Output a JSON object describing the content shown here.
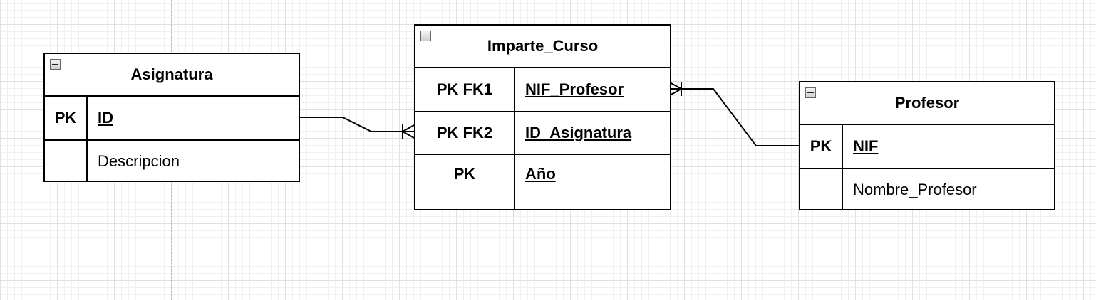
{
  "diagram": {
    "entities": [
      {
        "id": "asignatura",
        "title": "Asignatura",
        "icon": "collapse-icon",
        "rows": [
          {
            "key": "PK",
            "field": "ID",
            "primary": true
          },
          {
            "key": "",
            "field": "Descripcion",
            "primary": false
          }
        ]
      },
      {
        "id": "imparte-curso",
        "title": "Imparte_Curso",
        "icon": "collapse-icon",
        "rows": [
          {
            "key": "PK FK1",
            "field": "NIF_Profesor",
            "primary": true
          },
          {
            "key": "PK FK2",
            "field": "ID_Asignatura",
            "primary": true
          },
          {
            "key": "PK",
            "field": "Año",
            "primary": true
          }
        ]
      },
      {
        "id": "profesor",
        "title": "Profesor",
        "icon": "collapse-icon",
        "rows": [
          {
            "key": "PK",
            "field": "NIF",
            "primary": true
          },
          {
            "key": "",
            "field": "Nombre_Profesor",
            "primary": false
          }
        ]
      }
    ],
    "relationships": [
      {
        "from": "asignatura.ID",
        "to": "imparte-curso.ID_Asignatura",
        "from_end": "one",
        "to_end": "many"
      },
      {
        "from": "profesor.NIF",
        "to": "imparte-curso.NIF_Profesor",
        "from_end": "one",
        "to_end": "many"
      }
    ],
    "colors": {
      "line": "#000000",
      "grid": "#e0e0e0",
      "background": "#ffffff"
    }
  }
}
